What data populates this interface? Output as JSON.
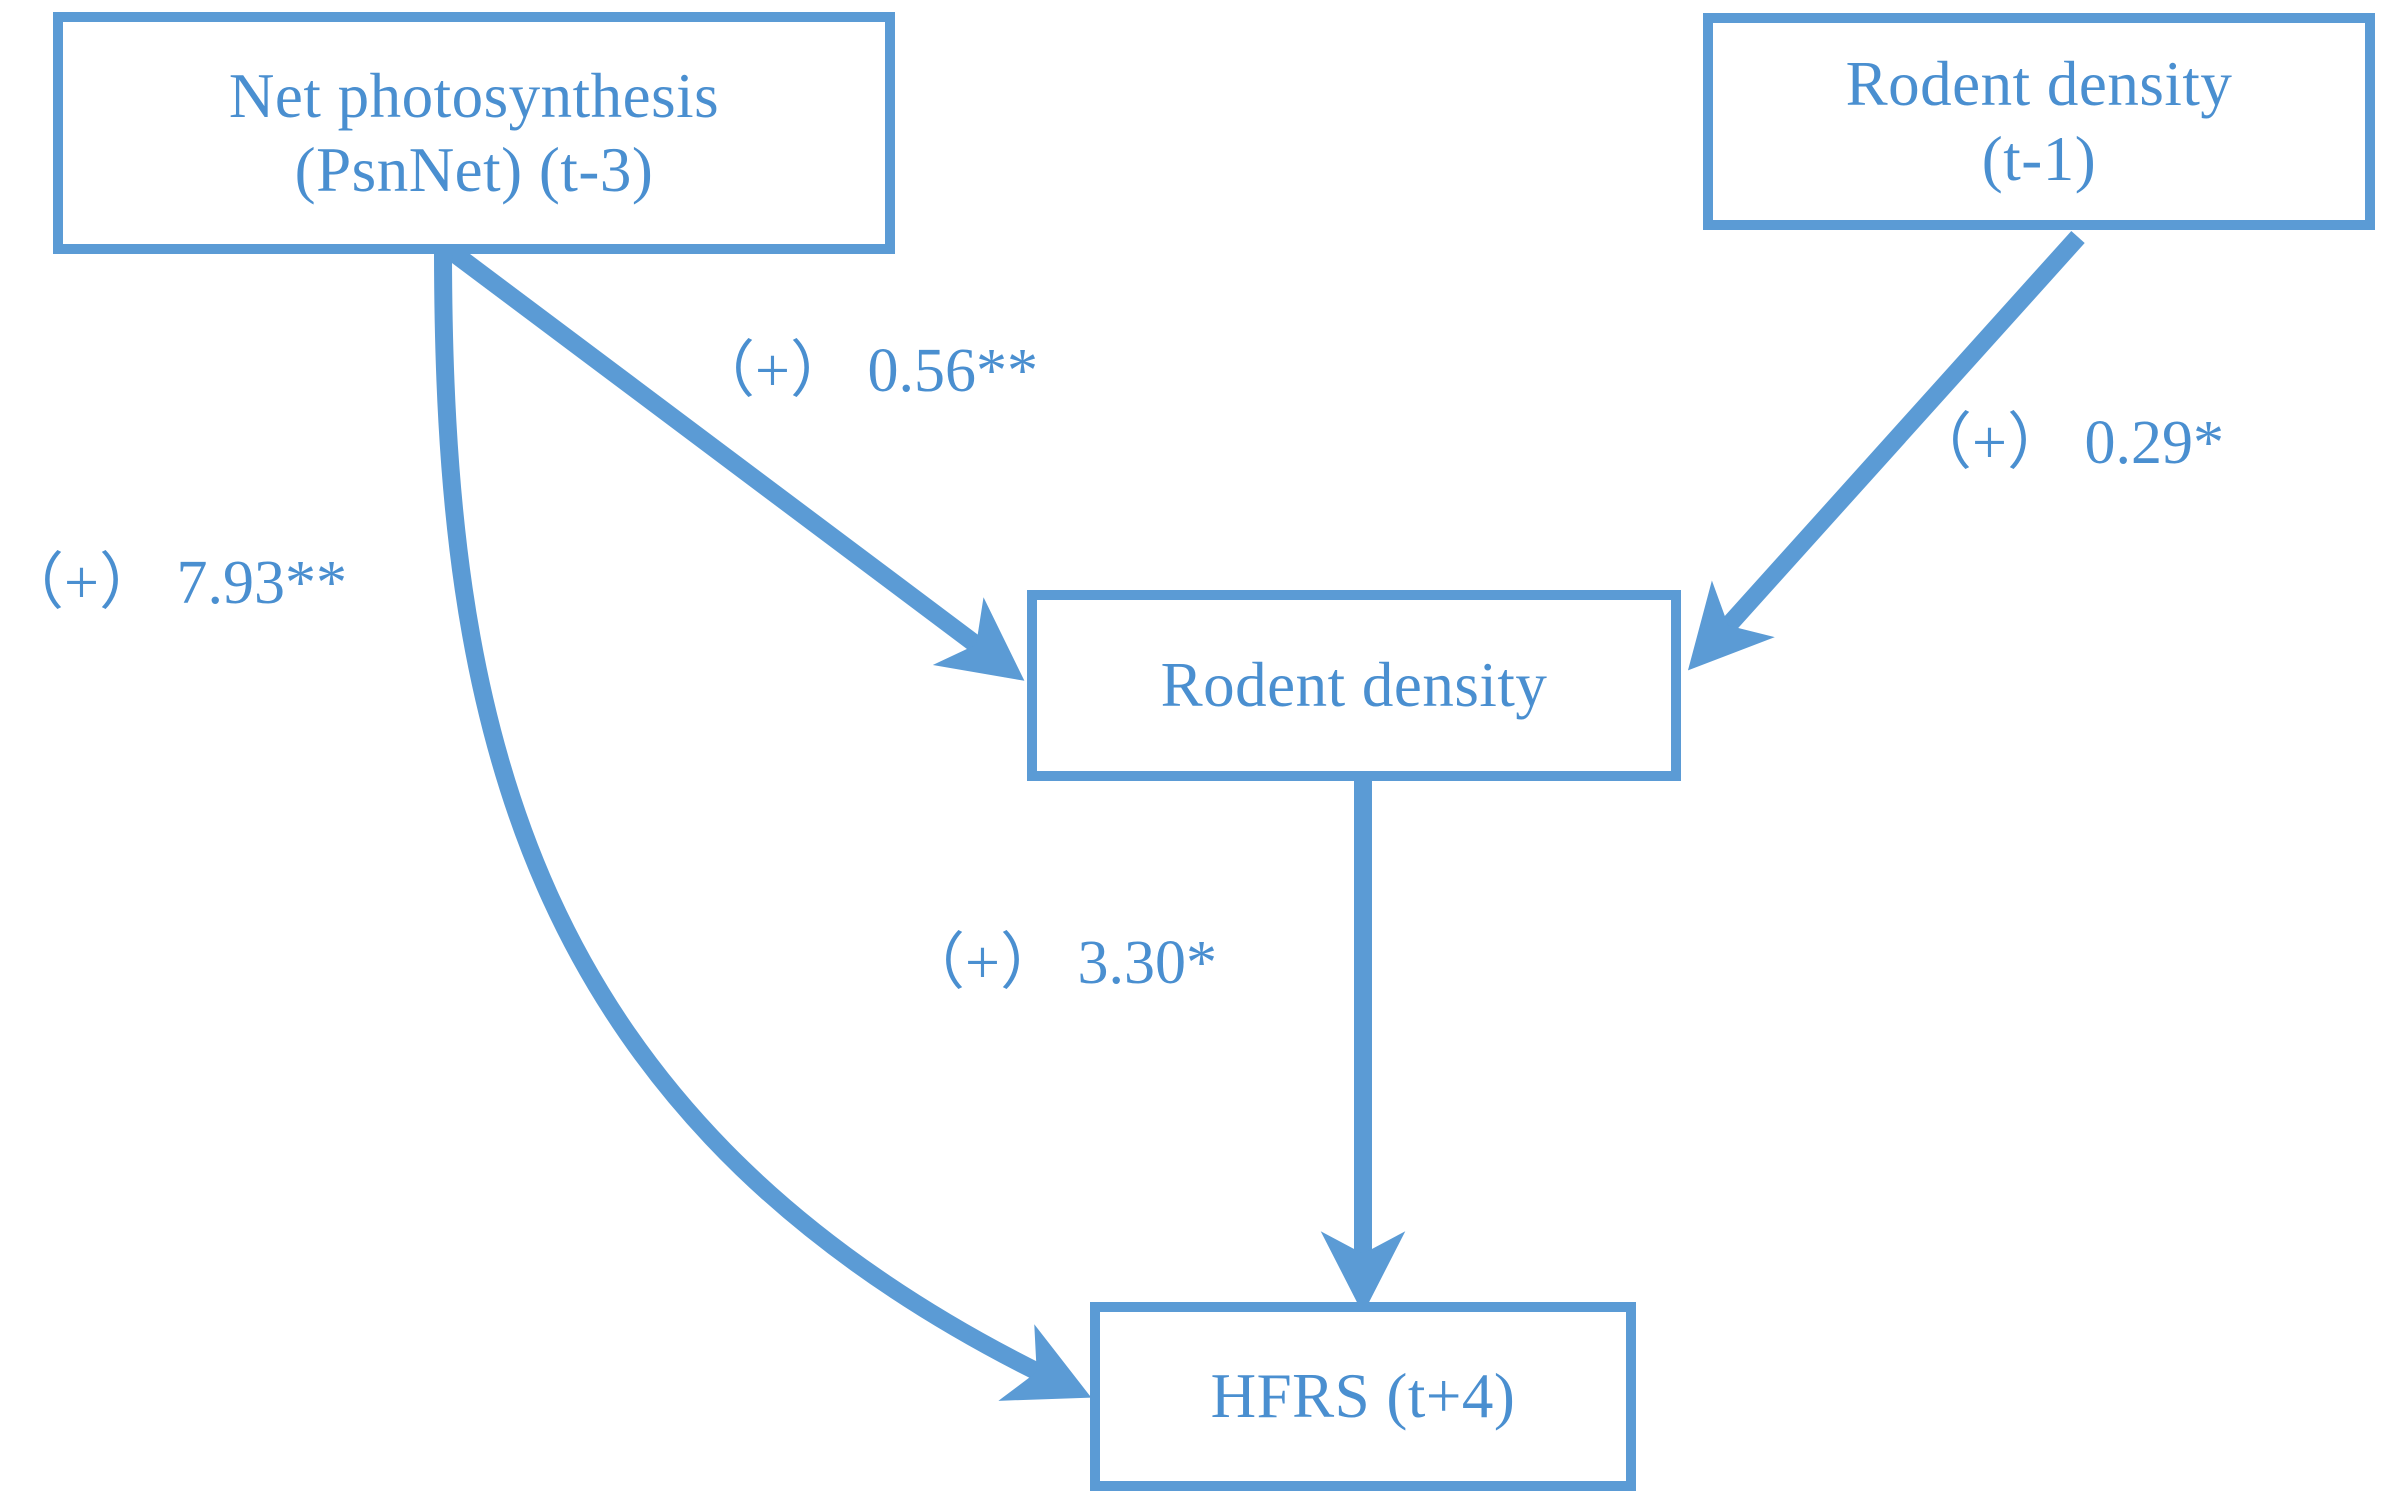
{
  "figure": {
    "type": "path-diagram",
    "accent_color": "#5B9BD5",
    "text_color": "#4A8FD0",
    "background": "#ffffff"
  },
  "nodes": [
    {
      "id": "psnnet",
      "label": "Net photosynthesis\n(PsnNet) (t-3)"
    },
    {
      "id": "rodent_t1",
      "label": "Rodent density\n(t-1)"
    },
    {
      "id": "rodent",
      "label": "Rodent density"
    },
    {
      "id": "hfrs",
      "label": "HFRS (t+4)"
    }
  ],
  "edges": [
    {
      "id": "psn_to_rodent",
      "from": "psnnet",
      "to": "rodent",
      "sign": "（+）",
      "coefficient": "0.56",
      "significance": "**",
      "label": "（+）  0.56**"
    },
    {
      "id": "rodent_t1_to_rodent",
      "from": "rodent_t1",
      "to": "rodent",
      "sign": "（+）",
      "coefficient": "0.29",
      "significance": "*",
      "label": "（+）  0.29*"
    },
    {
      "id": "psn_to_hfrs",
      "from": "psnnet",
      "to": "hfrs",
      "sign": "（+）",
      "coefficient": "7.93",
      "significance": "**",
      "label": "（+）  7.93**"
    },
    {
      "id": "rodent_to_hfrs",
      "from": "rodent",
      "to": "hfrs",
      "sign": "（+）",
      "coefficient": "3.30",
      "significance": "*",
      "label": "（+）  3.30*"
    }
  ]
}
